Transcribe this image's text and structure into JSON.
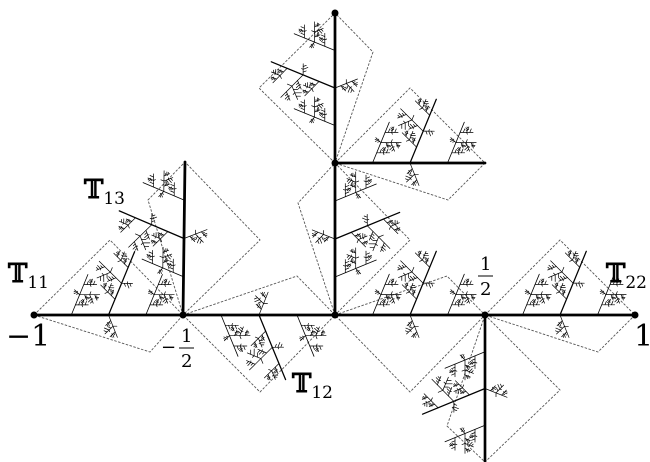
{
  "labels": {
    "t11": {
      "main": "𝕋",
      "sub": "11"
    },
    "t13": {
      "main": "𝕋",
      "sub": "13"
    },
    "t12": {
      "main": "𝕋",
      "sub": "12"
    },
    "t22": {
      "main": "𝕋",
      "sub": "22"
    },
    "minus_one": "−1",
    "one": "1",
    "minus_half_sign": "−",
    "frac_num": "1",
    "frac_den": "2"
  },
  "colors": {
    "ink": "#000000",
    "frame": "#555555",
    "background": "#ffffff"
  }
}
